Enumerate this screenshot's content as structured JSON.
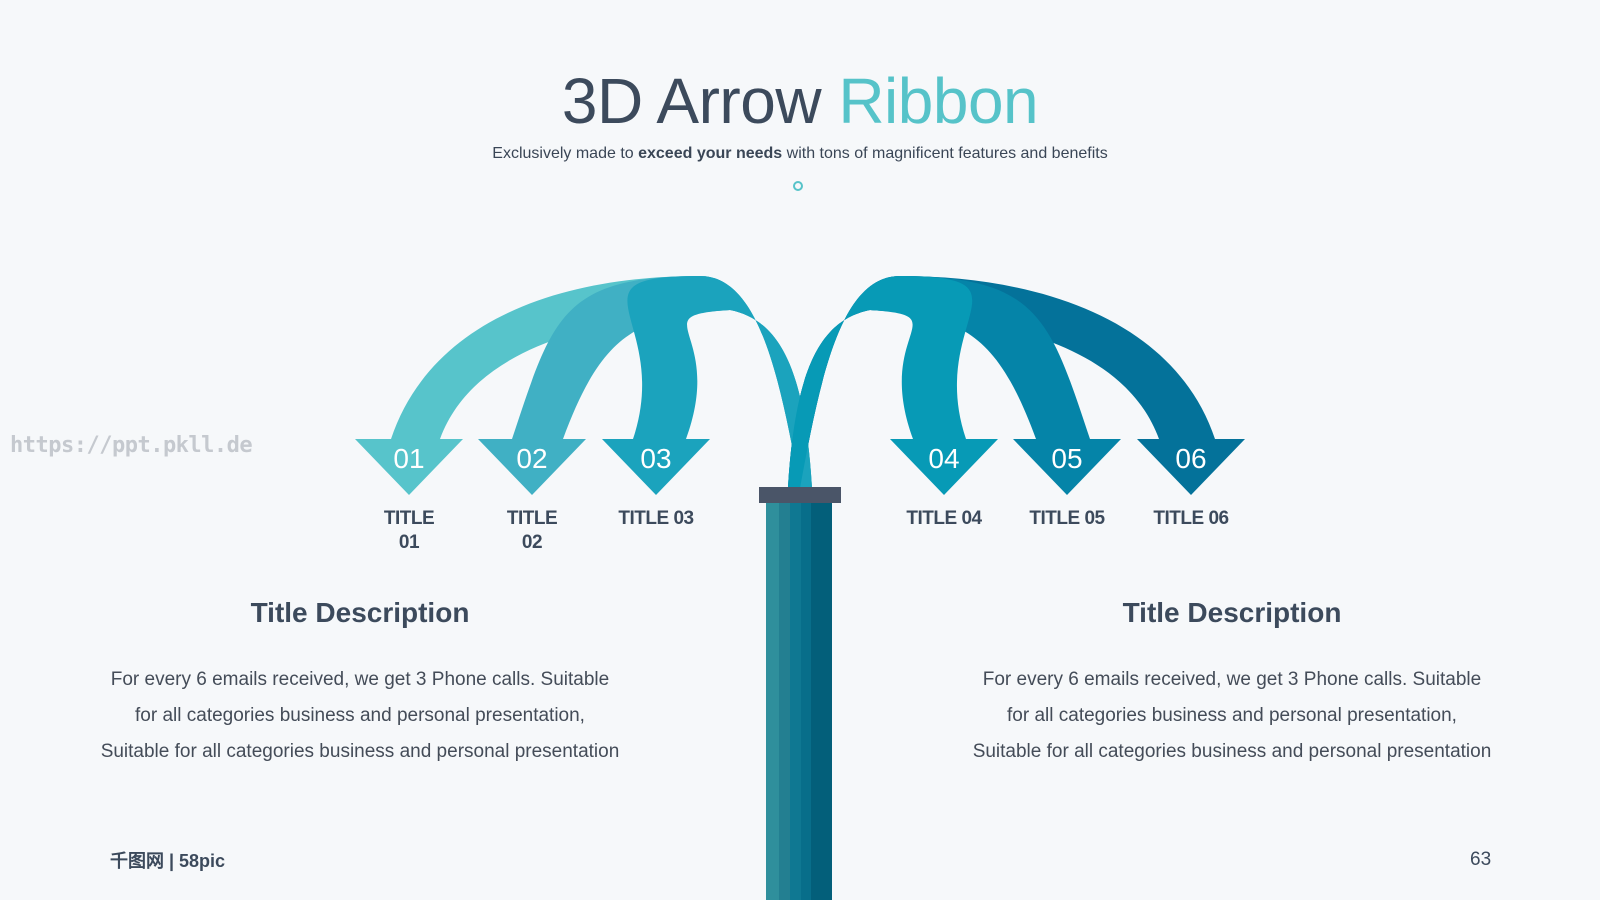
{
  "header": {
    "title_main": "3D Arrow",
    "title_accent": "Ribbon",
    "subtitle_pre": "Exclusively made to ",
    "subtitle_bold": "exceed your needs",
    "subtitle_post": " with tons of magnificent features and benefits"
  },
  "watermark": "https://ppt.pkll.de",
  "arrows": [
    {
      "num": "01",
      "label": "TITLE 01",
      "color": "#57c4cb"
    },
    {
      "num": "02",
      "label": "TITLE 02",
      "color": "#40b0c4"
    },
    {
      "num": "03",
      "label": "TITLE 03",
      "color": "#1ba3bd"
    },
    {
      "num": "04",
      "label": "TITLE 04",
      "color": "#079ab6"
    },
    {
      "num": "05",
      "label": "TITLE 05",
      "color": "#0584a8"
    },
    {
      "num": "06",
      "label": "TITLE 06",
      "color": "#04729a"
    }
  ],
  "left_desc": {
    "title": "Title Description",
    "body": "For every 6 emails received, we get 3 Phone calls. Suitable for all categories business and personal presentation, Suitable for all categories business and personal presentation"
  },
  "right_desc": {
    "title": "Title Description",
    "body": "For every 6 emails received, we get 3 Phone calls. Suitable for all categories business and personal presentation, Suitable for all categories business and personal presentation"
  },
  "footer": {
    "logo": "千图网 | 58pic",
    "page": "63"
  },
  "colors": {
    "title": "#3c4a5c",
    "accent": "#56c3c9",
    "band": "#4a5568"
  }
}
